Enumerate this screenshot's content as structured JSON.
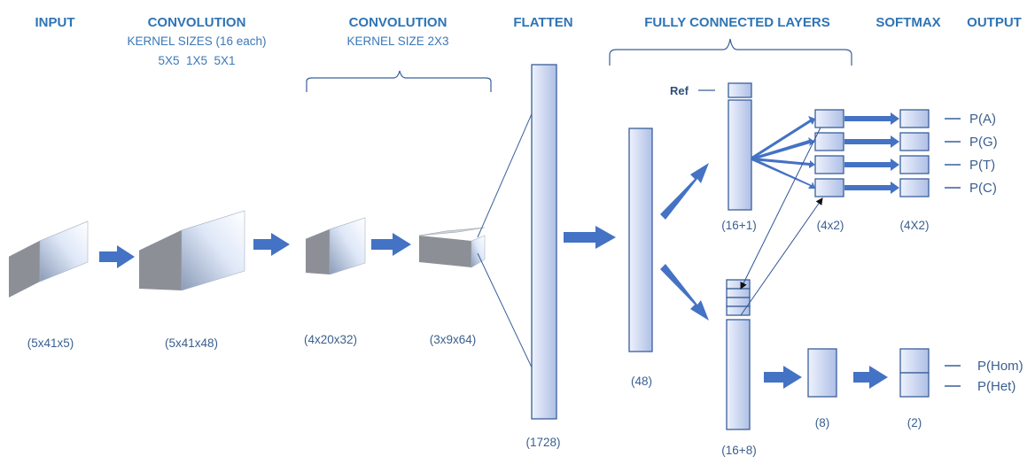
{
  "headers": {
    "input": "INPUT",
    "conv1": "CONVOLUTION",
    "conv2": "CONVOLUTION",
    "flatten": "FLATTEN",
    "fc": "FULLY CONNECTED LAYERS",
    "softmax": "SOFTMAX",
    "output": "OUTPUT"
  },
  "subtitles": {
    "conv1_line1": "KERNEL SIZES (16 each)",
    "conv1_line2": "5X5  1X5  5X1",
    "conv2_line1": "KERNEL SIZE 2X3"
  },
  "dimensions": {
    "input": "(5x41x5)",
    "conv1": "(5x41x48)",
    "conv2": "(4x20x32)",
    "conv3": "(3x9x64)",
    "flatten": "(1728)",
    "fc": "(48)",
    "upper_fc": "(16+1)",
    "allele_layer": "(4x2)",
    "softmax_upper": "(4X2)",
    "lower_fc": "(16+8)",
    "genotype_layer": "(8)",
    "softmax_lower": "(2)"
  },
  "ref_label": "Ref",
  "outputs": {
    "upper": [
      "P(A)",
      "P(G)",
      "P(T)",
      "P(C)"
    ],
    "lower": [
      "P(Hom)",
      "P(Het)"
    ]
  },
  "colors": {
    "accent": "#2e74b5",
    "arrow": "#4472c4",
    "box_light": "#eef2fc",
    "box_dark": "#aebfe6"
  }
}
